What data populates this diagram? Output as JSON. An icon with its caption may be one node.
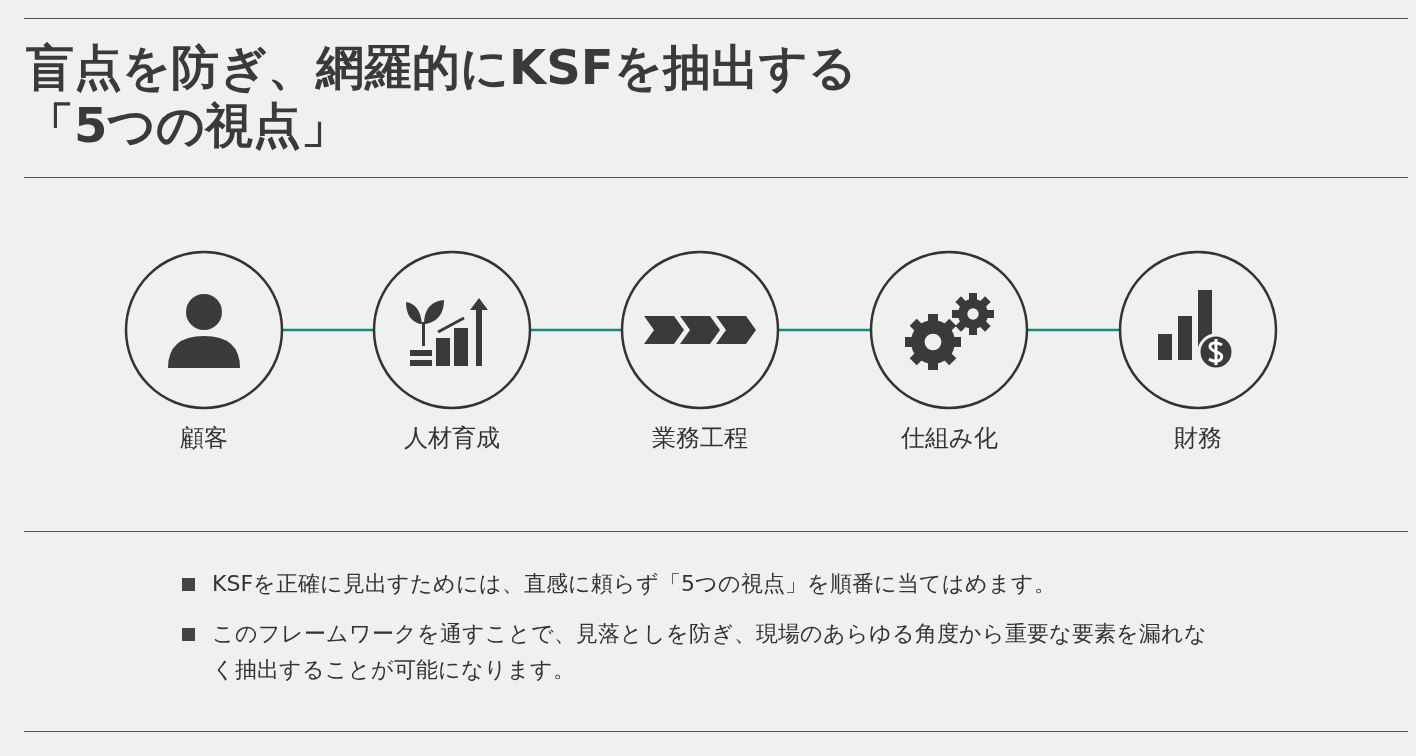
{
  "diagram": {
    "title": "盲点を防ぎ、網羅的にKSFを抽出する「5つの視点」",
    "nodes": [
      {
        "text": [
          "顧客"
        ]
      },
      {
        "text": [
          "人材育成"
        ]
      },
      {
        "text": [
          "業務工程"
        ]
      },
      {
        "text": [
          "仕組み化"
        ]
      },
      {
        "text": [
          "財務"
        ]
      }
    ],
    "edges": [
      {
        "from": 0,
        "to": 1,
        "arrow": "none"
      },
      {
        "from": 1,
        "to": 2,
        "arrow": "none"
      },
      {
        "from": 2,
        "to": 3,
        "arrow": "none"
      },
      {
        "from": 3,
        "to": 4,
        "arrow": "none"
      }
    ],
    "labels": [
      "KSFを正確に見出すためには、直感に頼らず「5つの視点」を順番に当てはめます。",
      "このフレームワークを通すことで、見落としを防ぎ、現場のあらゆる角度から重要な要素を漏れなく抽出することが可能になります。"
    ]
  }
}
